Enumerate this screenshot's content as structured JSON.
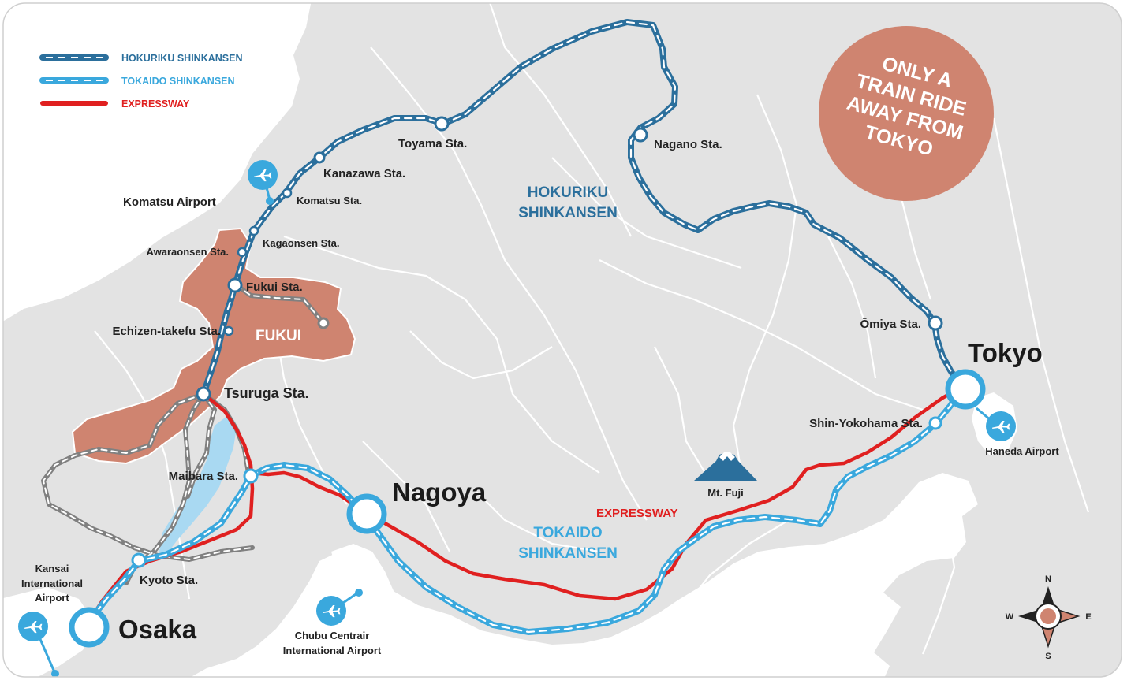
{
  "legend": {
    "items": [
      {
        "label": "HOKURIKU SHINKANSEN",
        "color": "#2b6f9c"
      },
      {
        "label": "TOKAIDO SHINKANSEN",
        "color": "#3aa8dd"
      },
      {
        "label": "EXPRESSWAY",
        "color": "#e02020"
      }
    ]
  },
  "badge": {
    "lines": [
      "ONLY A",
      "TRAIN RIDE",
      "AWAY FROM",
      "TOKYO"
    ],
    "color": "#cf8470"
  },
  "region": {
    "label": "FUKUI",
    "color": "#cf8470"
  },
  "lines": {
    "hokuriku": {
      "label_1": "HOKURIKU",
      "label_2": "SHINKANSEN",
      "color": "#2b6f9c"
    },
    "tokaido": {
      "label_1": "TOKAIDO",
      "label_2": "SHINKANSEN",
      "color": "#3aa8dd"
    },
    "expressway": {
      "label": "EXPRESSWAY",
      "color": "#e02020"
    }
  },
  "stations": {
    "toyama": "Toyama Sta.",
    "nagano": "Nagano Sta.",
    "kanazawa": "Kanazawa Sta.",
    "komatsu": "Komatsu Sta.",
    "kagaonsen": "Kagaonsen Sta.",
    "awaraonsen": "Awaraonsen Sta.",
    "fukui": "Fukui Sta.",
    "echizen": "Echizen-takefu Sta.",
    "tsuruga": "Tsuruga Sta.",
    "omiya": "Ōmiya Sta.",
    "shinyokohama": "Shin-Yokohama Sta.",
    "maibara": "Maibara Sta.",
    "kyoto": "Kyoto Sta."
  },
  "cities": {
    "tokyo": "Tokyo",
    "nagoya": "Nagoya",
    "osaka": "Osaka"
  },
  "airports": {
    "komatsu": "Komatsu Airport",
    "haneda": "Haneda Airport",
    "kansai_1": "Kansai",
    "kansai_2": "International",
    "kansai_3": "Airport",
    "chubu_1": "Chubu Centrair",
    "chubu_2": "International Airport"
  },
  "landmarks": {
    "fuji": "Mt. Fuji"
  },
  "compass": {
    "n": "N",
    "s": "S",
    "e": "E",
    "w": "W"
  },
  "colors": {
    "land": "#e3e3e3",
    "sea": "#ffffff",
    "lake": "#a9d9f2",
    "border": "#ffffff"
  }
}
